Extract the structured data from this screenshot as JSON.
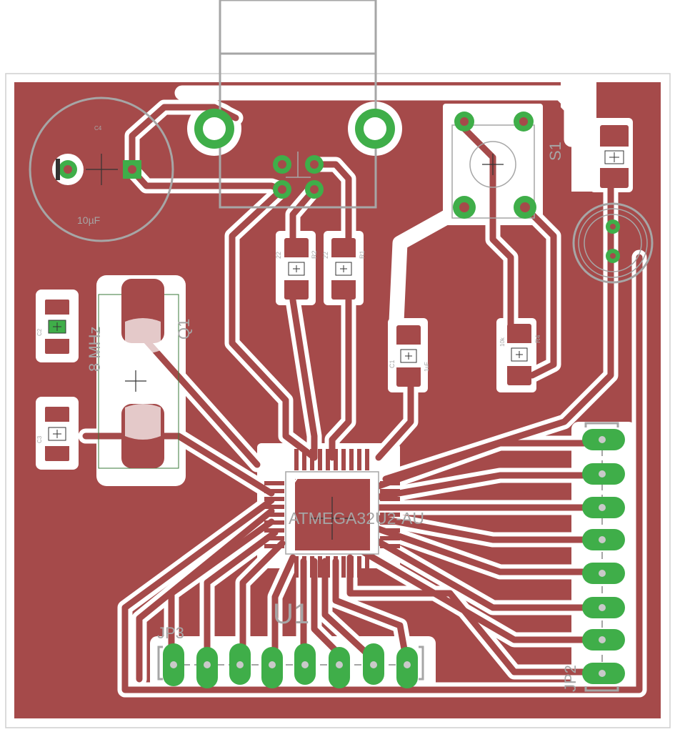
{
  "labels": {
    "c4_value": "10µF",
    "c4_ref": "C4",
    "crystal_value": "8 MHz",
    "crystal_ref": "Q1",
    "switch_ref": "S1",
    "ic_part": "ATMEGA32U2-AU",
    "ic_ref": "U1",
    "jp3_ref": "JP3",
    "jp2_ref": "JP2",
    "r2_ref": "R2",
    "r2_value": "22",
    "r1_ref": "R1",
    "r1_value": "22",
    "c1_ref": "C1",
    "c1_value": "1uF",
    "r4_ref": "R4",
    "r4_value": "10k",
    "c2_ref": "C2",
    "c3_ref": "C3"
  },
  "colors": {
    "copper": "#a54a4a",
    "pad": "#3fae49",
    "silkscreen": "#a6a6a6",
    "background": "#ffffff"
  }
}
